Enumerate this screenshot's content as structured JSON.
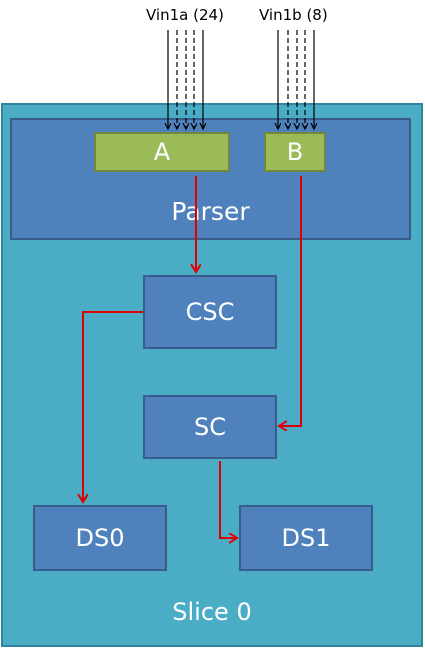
{
  "inputs": {
    "a": "Vin1a (24)",
    "b": "Vin1b (8)"
  },
  "blocks": {
    "parser": "Parser",
    "a": "A",
    "b": "B",
    "csc": "CSC",
    "sc": "SC",
    "ds0": "DS0",
    "ds1": "DS1",
    "slice": "Slice 0"
  },
  "colors": {
    "slice_fill": "#4bacc6",
    "block_fill": "#4f81bd",
    "input_block_fill": "#9bbb59",
    "flow_arrow": "#e00000",
    "input_arrow": "#000000"
  }
}
